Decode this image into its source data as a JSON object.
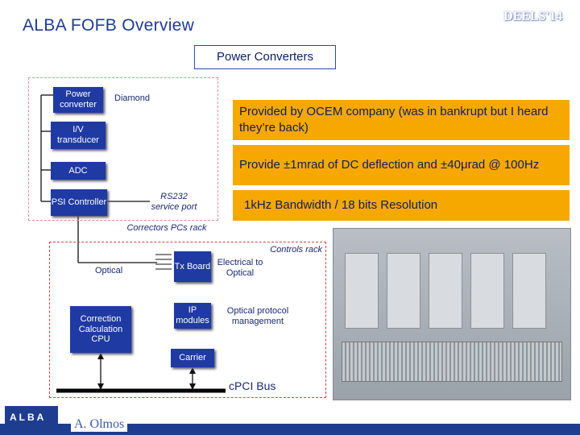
{
  "header": {
    "title": "ALBA FOFB Overview",
    "conference": "DEELS'14"
  },
  "power_converters": {
    "title": "Power Converters",
    "blocks": [
      "Power converter",
      "I/V transducer",
      "ADC",
      "PSI Controller"
    ],
    "diamond": "Diamond",
    "rs232": "RS232 service port",
    "bullets": [
      "Provided by OCEM company (was in bankrupt but I heard they’re back)",
      "Provide ±1mrad of DC deflection and ±40μrad @ 100Hz",
      "1kHz Bandwidth  / 18 bits Resolution"
    ]
  },
  "correctors_rack": {
    "title": "Correctors PCs rack",
    "controls_rack": "Controls rack",
    "optical": "Optical",
    "tx_board": "Tx Board",
    "electrical_to_optical": "Electrical to Optical",
    "ip_modules": "IP modules",
    "optical_protocol": "Optical protocol management",
    "correction": "Correction Calculation CPU",
    "carrier": "Carrier",
    "cpci_bus": "cPCI Bus"
  },
  "footer": {
    "logo": "ALBA",
    "author": "A. Olmos"
  },
  "colors": {
    "accent": "#1f3aa3",
    "orange": "#f6a800",
    "title": "#1f3d8f"
  }
}
